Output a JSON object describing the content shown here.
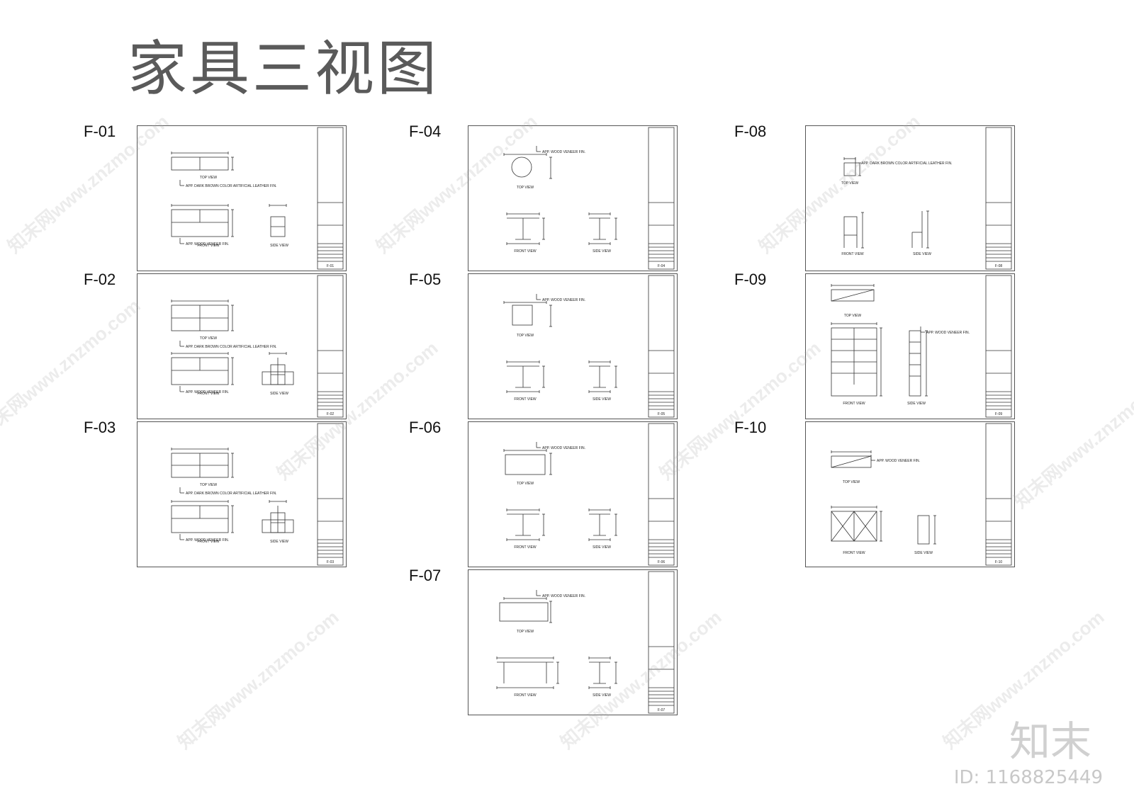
{
  "title": "家具三视图",
  "brand": "知末",
  "id_label": "ID: 1168825449",
  "watermark": "知末网www.znzmo.com",
  "sheets": [
    {
      "code": "F-01",
      "sheet_no": "F-01",
      "views": [
        "TOP VIEW",
        "FRONT VIEW",
        "SIDE VIEW"
      ],
      "kind": "sofa1"
    },
    {
      "code": "F-02",
      "sheet_no": "F-02",
      "views": [
        "TOP VIEW",
        "FRONT VIEW",
        "SIDE VIEW"
      ],
      "kind": "sofa2"
    },
    {
      "code": "F-03",
      "sheet_no": "F-03",
      "views": [
        "TOP VIEW",
        "FRONT VIEW",
        "SIDE VIEW"
      ],
      "kind": "sofa3"
    },
    {
      "code": "F-04",
      "sheet_no": "F-04",
      "views": [
        "TOP VIEW",
        "FRONT VIEW",
        "SIDE VIEW"
      ],
      "kind": "roundtable"
    },
    {
      "code": "F-05",
      "sheet_no": "F-05",
      "views": [
        "TOP VIEW",
        "FRONT VIEW",
        "SIDE VIEW"
      ],
      "kind": "sqtable"
    },
    {
      "code": "F-06",
      "sheet_no": "F-06",
      "views": [
        "TOP VIEW",
        "FRONT VIEW",
        "SIDE VIEW"
      ],
      "kind": "recttable"
    },
    {
      "code": "F-07",
      "sheet_no": "F-07",
      "views": [
        "TOP VIEW",
        "FRONT VIEW",
        "SIDE VIEW"
      ],
      "kind": "longtable"
    },
    {
      "code": "F-08",
      "sheet_no": "F-08",
      "views": [
        "TOP VIEW",
        "FRONT VIEW",
        "SIDE VIEW"
      ],
      "kind": "chair"
    },
    {
      "code": "F-09",
      "sheet_no": "F-09",
      "views": [
        "TOP VIEW",
        "FRONT VIEW",
        "SIDE VIEW"
      ],
      "kind": "shelf"
    },
    {
      "code": "F-10",
      "sheet_no": "F-10",
      "views": [
        "TOP VIEW",
        "FRONT VIEW",
        "SIDE VIEW"
      ],
      "kind": "cabinet"
    }
  ],
  "notes": {
    "leather": "APP. DARK BROWN COLOR ARTIFICIAL LEATHER FIN.",
    "wood": "APP. WOOD VENEER FIN."
  }
}
